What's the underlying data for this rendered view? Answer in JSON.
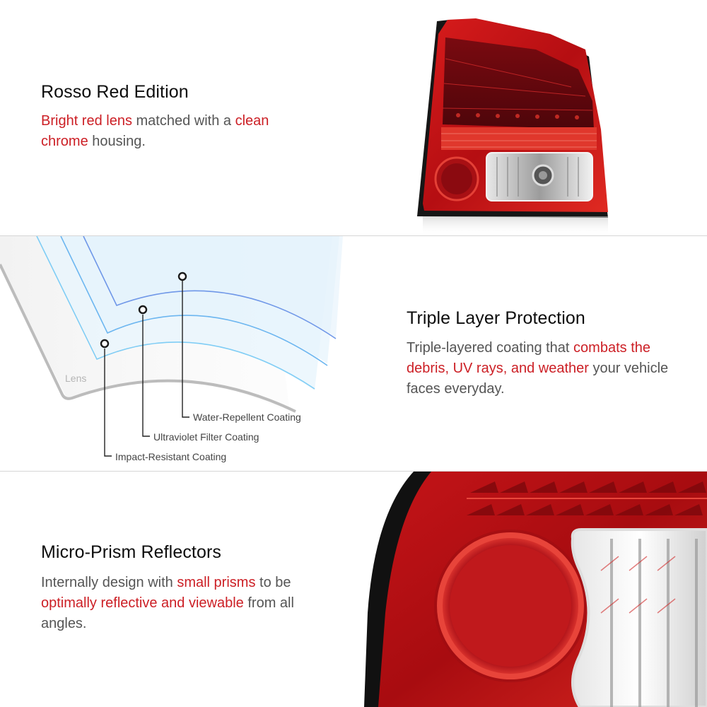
{
  "sections": {
    "rosso": {
      "title": "Rosso Red Edition",
      "body": [
        {
          "text": "Bright red lens",
          "highlight": true
        },
        {
          "text": " matched with a ",
          "highlight": false
        },
        {
          "text": "clean chrome",
          "highlight": true
        },
        {
          "text": " housing.",
          "highlight": false
        }
      ],
      "image": "tail-light-product-photo"
    },
    "triple": {
      "title": "Triple Layer Protection",
      "body": [
        {
          "text": "Triple-layered coating that ",
          "highlight": false
        },
        {
          "text": "combats the debris, UV rays, and weather",
          "highlight": true
        },
        {
          "text": " your vehicle faces everyday.",
          "highlight": false
        }
      ],
      "diagram": {
        "base_label": "Lens",
        "layers": [
          {
            "label": "Water-Repellent Coating",
            "color": "#6f97e8"
          },
          {
            "label": "Ultraviolet Filter Coating",
            "color": "#6cb6f0"
          },
          {
            "label": "Impact-Resistant Coating",
            "color": "#7fcdf5"
          }
        ]
      }
    },
    "prism": {
      "title": "Micro-Prism Reflectors",
      "body": [
        {
          "text": "Internally design with ",
          "highlight": false
        },
        {
          "text": "small prisms",
          "highlight": true
        },
        {
          "text": " to be ",
          "highlight": false
        },
        {
          "text": "optimally reflective and viewable",
          "highlight": true
        },
        {
          "text": " from all angles.",
          "highlight": false
        }
      ],
      "image": "tail-light-closeup-reflector"
    }
  },
  "colors": {
    "highlight": "#cc1f25",
    "title": "#0d0d0d",
    "body": "#555555",
    "divider": "#d6d6d6"
  }
}
